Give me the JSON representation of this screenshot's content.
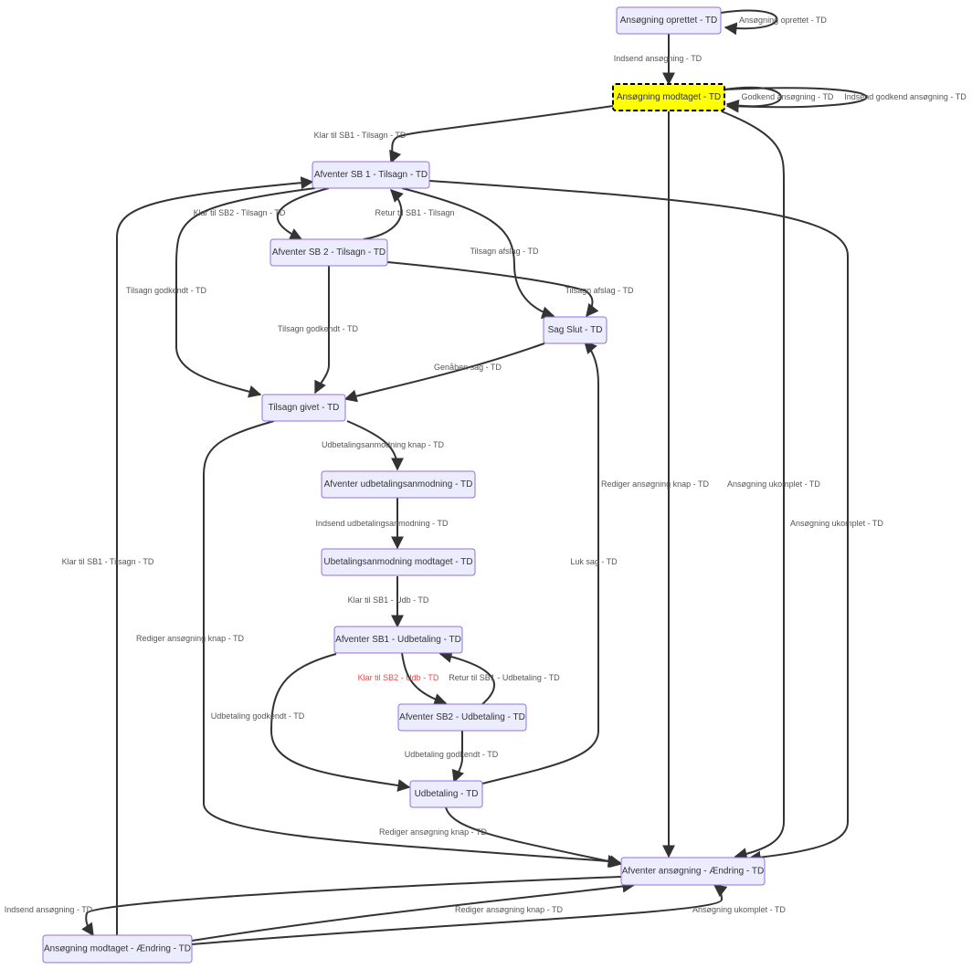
{
  "nodes": {
    "n_oprettet": "Ansøgning oprettet - TD",
    "n_modtaget": "Ansøgning modtaget - TD",
    "n_sb1_tilsagn": "Afventer SB 1 - Tilsagn - TD",
    "n_sb2_tilsagn": "Afventer SB 2 - Tilsagn - TD",
    "n_sag_slut": "Sag Slut - TD",
    "n_tilsagn_givet": "Tilsagn givet  - TD",
    "n_afv_udb_anm": "Afventer udbetalingsanmodning - TD",
    "n_ubet_anm_modt": "Ubetalingsanmodning modtaget - TD",
    "n_sb1_udb": "Afventer SB1 - Udbetaling - TD",
    "n_sb2_udb": "Afventer SB2 - Udbetaling - TD",
    "n_udbetaling": "Udbetaling - TD",
    "n_afv_aendring": "Afventer ansøgning - Ændring - TD",
    "n_modt_aendring": "Ansøgning modtaget - Ændring - TD"
  },
  "active_node": "n_modtaget",
  "edges": {
    "e_self_oprettet": "Ansøgning oprettet - TD",
    "e_indsend": "Indsend ansøgning - TD",
    "e_godkend": "Godkend ansøgning - TD",
    "e_indsend_godkend": "Indsend godkend ansøgning - TD",
    "e_klar_sb1": "Klar til SB1 - Tilsagn - TD",
    "e_klar_sb2": "Klar til SB2 - Tilsagn - TD",
    "e_retur_sb1": "Retur til SB1 - Tilsagn",
    "e_afslag_sb1": "Tilsagn afslag - TD",
    "e_afslag_sb2": "Tilsagn afslag - TD",
    "e_godkendt_sb1": "Tilsagn godkendt - TD",
    "e_godkendt_sb2": "Tilsagn godkendt - TD",
    "e_genaaben": "Genåben sag - TD",
    "e_udb_anm_knap": "Udbetalingsanmodning knap - TD",
    "e_indsend_udb": "Indsend udbetalingsanmodning - TD",
    "e_klar_sb1_udb": "Klar til SB1 - Udb - TD",
    "e_klar_sb2_udb": "Klar til SB2 - Udb - TD",
    "e_retur_sb1_udb": "Retur til SB1 - Udbetaling - TD",
    "e_udb_godkendt_1": "Udbetaling godkendt - TD",
    "e_udb_godkendt_2": "Udbetaling godkendt - TD",
    "e_luk_sag": "Luk sag - TD",
    "e_rediger_1": "Rediger ansøgning knap - TD",
    "e_rediger_2": "Rediger ansøgning knap - TD",
    "e_rediger_3": "Rediger ansøgning knap - TD",
    "e_rediger_4": "Rediger ansøgning knap - TD",
    "e_ukomplet_1": "Ansøgning ukomplet - TD",
    "e_ukomplet_2": "Ansøgning ukomplet - TD",
    "e_ukomplet_3": "Ansøgning ukomplet - TD",
    "e_indsend_aendring": "Indsend ansøgning - TD",
    "e_klar_sb1_aendring": "Klar til SB1 - Tilsagn - TD"
  },
  "highlight_edge": "e_klar_sb2_udb",
  "colors": {
    "node_fill": "#ECECFF",
    "node_stroke": "#9370DB",
    "active_fill": "#FFFF00",
    "edge": "#333333",
    "highlight_label": "#e84c4c"
  }
}
